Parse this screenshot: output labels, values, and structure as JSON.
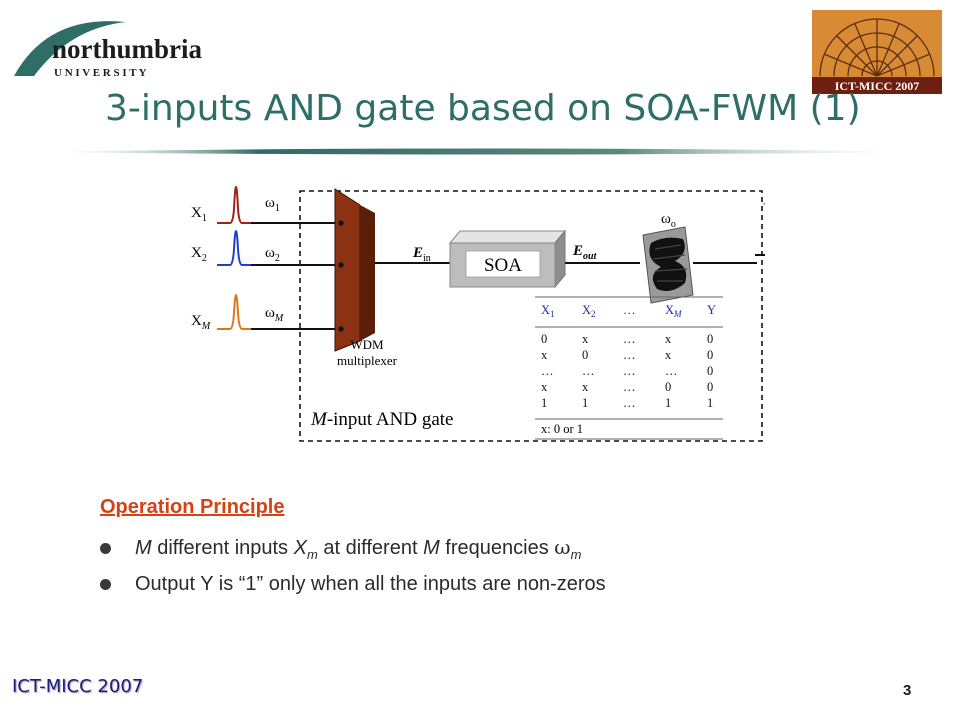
{
  "logo": {
    "line1": "northumbria",
    "line2": "U N I V E R S I T Y"
  },
  "conf_logo": {
    "text": "ICT-MICC 2007"
  },
  "title": "3-inputs AND gate based on SOA-FWM (1)",
  "diagram": {
    "inputs": [
      {
        "label": "X",
        "sub": "1",
        "freq": "ω",
        "freq_sub": "1",
        "color": "#a0201c"
      },
      {
        "label": "X",
        "sub": "2",
        "freq": "ω",
        "freq_sub": "2",
        "color": "#1d3fcf"
      },
      {
        "label": "X",
        "sub": "M",
        "freq": "ω",
        "freq_sub": "M",
        "color": "#e0781a"
      }
    ],
    "mux_label_1": "WDM",
    "mux_label_2": "multiplexer",
    "e_in": "E",
    "e_in_sub": "in",
    "soa": "SOA",
    "e_out": "E",
    "e_out_sub": "out",
    "filter_freq": "ω",
    "filter_freq_sub": "o",
    "output": "Y",
    "gate_label_italic": "M",
    "gate_label": "-input AND gate",
    "truth_table": {
      "headers": [
        {
          "t": "X",
          "s": "1"
        },
        {
          "t": "X",
          "s": "2"
        },
        {
          "t": "…",
          "s": ""
        },
        {
          "t": "X",
          "s": "M"
        },
        {
          "t": "Y",
          "s": ""
        }
      ],
      "rows": [
        [
          "0",
          "x",
          "…",
          "x",
          "0"
        ],
        [
          "x",
          "0",
          "…",
          "x",
          "0"
        ],
        [
          "…",
          "…",
          "…",
          "…",
          "0"
        ],
        [
          "x",
          "x",
          "…",
          "0",
          "0"
        ],
        [
          "1",
          "1",
          "…",
          "1",
          "1"
        ]
      ],
      "note": "x: 0 or 1"
    }
  },
  "section_heading": "Operation Principle",
  "bullets": {
    "b1": {
      "m": "M",
      "t1": " different inputs ",
      "x": "X",
      "xs": "m",
      "t2": " at different ",
      "m2": "M",
      "t3": " frequencies ",
      "w": "ω",
      "ws": "m"
    },
    "b2": "Output Y is “1” only when all the inputs are non-zeros"
  },
  "footer": {
    "left": "ICT-MICC 2007",
    "page": "3"
  },
  "colors": {
    "title": "#2e6e68",
    "heading": "#d44215",
    "footer": "#1e1e80"
  }
}
